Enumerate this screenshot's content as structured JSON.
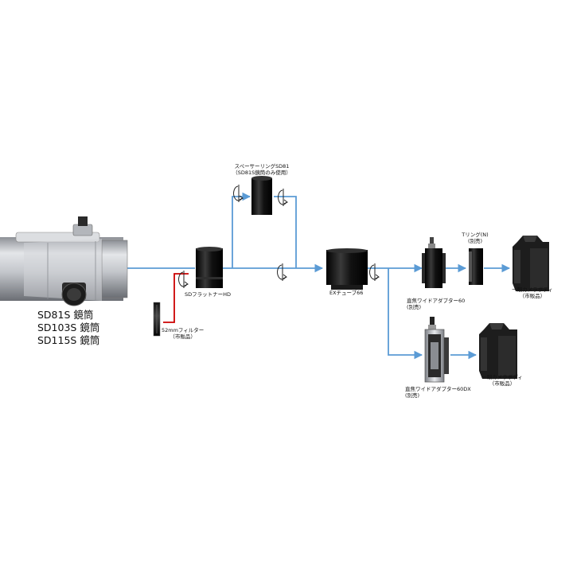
{
  "telescope": {
    "models": [
      "SD81S 鏡筒",
      "SD103S 鏡筒",
      "SD115S 鏡筒"
    ]
  },
  "components": {
    "spacer_ring": {
      "name": "スペーサーリングSD81",
      "note": "（SD81S鏡筒のみ使用）"
    },
    "flattener": {
      "name": "SDフラットナーHD"
    },
    "filter": {
      "name": "52mmフィルター",
      "note": "（市販品）"
    },
    "ex_tube": {
      "name": "EXチューブ66"
    },
    "t_ring": {
      "name": "Tリング(N)",
      "note": "(別売)"
    },
    "wide_adapter_60": {
      "name": "直焦ワイドアダプター60",
      "note": "(別売)"
    },
    "wide_adapter_60dx": {
      "name": "直焦ワイドアダプター60DX",
      "note": "(別売)"
    },
    "camera_top": {
      "name": "一眼カメラボディ",
      "note": "（市販品）"
    },
    "camera_bottom": {
      "name": "一眼カメラボディ",
      "note": "（市販品）"
    }
  },
  "colors": {
    "connector_line": "#5b9bd5",
    "filter_line": "#cc0000",
    "metal_dark": "#1a1a1a",
    "tube_body": "#c9ccd1"
  }
}
